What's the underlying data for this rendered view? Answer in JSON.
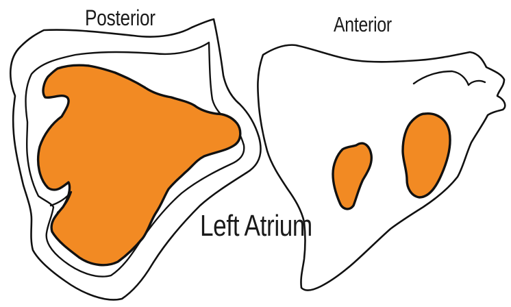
{
  "labels": {
    "posterior": "Posterior",
    "anterior": "Anterior",
    "main": "Left Atrium"
  },
  "colors": {
    "highlight": "#F28A23",
    "outline": "#111111",
    "background": "#FFFFFF"
  }
}
